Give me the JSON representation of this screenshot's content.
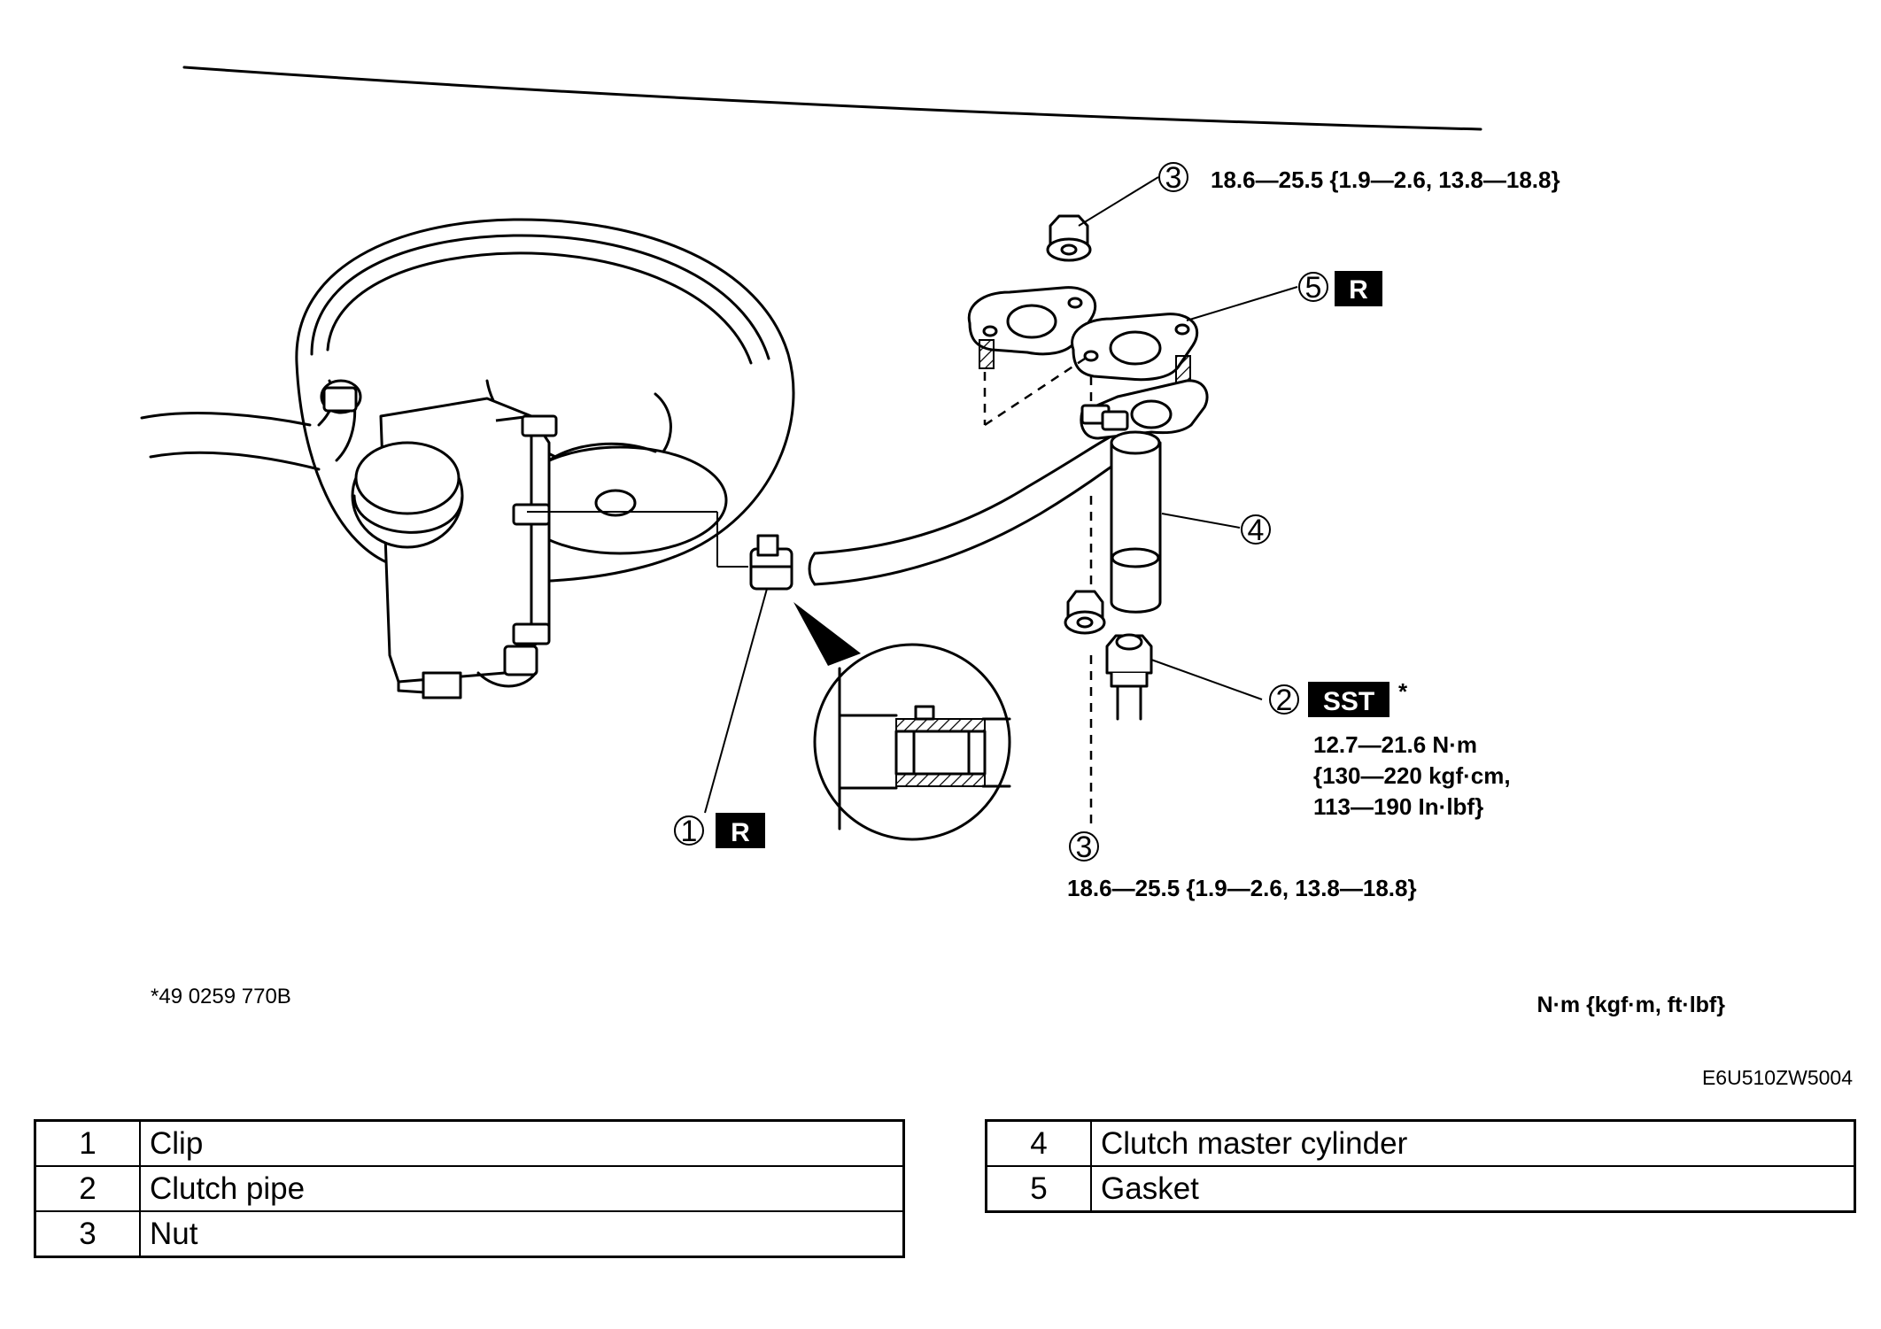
{
  "callouts": {
    "c1": {
      "num": "1",
      "badge": "R"
    },
    "c2": {
      "num": "2",
      "badge": "SST",
      "mark": "*",
      "torque_lines": [
        "12.7—21.6 N·m",
        "{130—220 kgf·cm,",
        "113—190 In·lbf}"
      ]
    },
    "c3_top": {
      "num": "3",
      "torque": "18.6—25.5 {1.9—2.6, 13.8—18.8}"
    },
    "c3_bottom": {
      "num": "3",
      "torque": "18.6—25.5 {1.9—2.6, 13.8—18.8}"
    },
    "c4": {
      "num": "4"
    },
    "c5": {
      "num": "5",
      "badge": "R"
    }
  },
  "footnote": "*49 0259 770B",
  "units": "N·m {kgf·m,  ft·lbf}",
  "figure_code": "E6U510ZW5004",
  "legend": {
    "left": [
      {
        "num": "1",
        "name": "Clip"
      },
      {
        "num": "2",
        "name": "Clutch pipe"
      },
      {
        "num": "3",
        "name": "Nut"
      }
    ],
    "right": [
      {
        "num": "4",
        "name": "Clutch master cylinder"
      },
      {
        "num": "5",
        "name": "Gasket"
      }
    ]
  }
}
